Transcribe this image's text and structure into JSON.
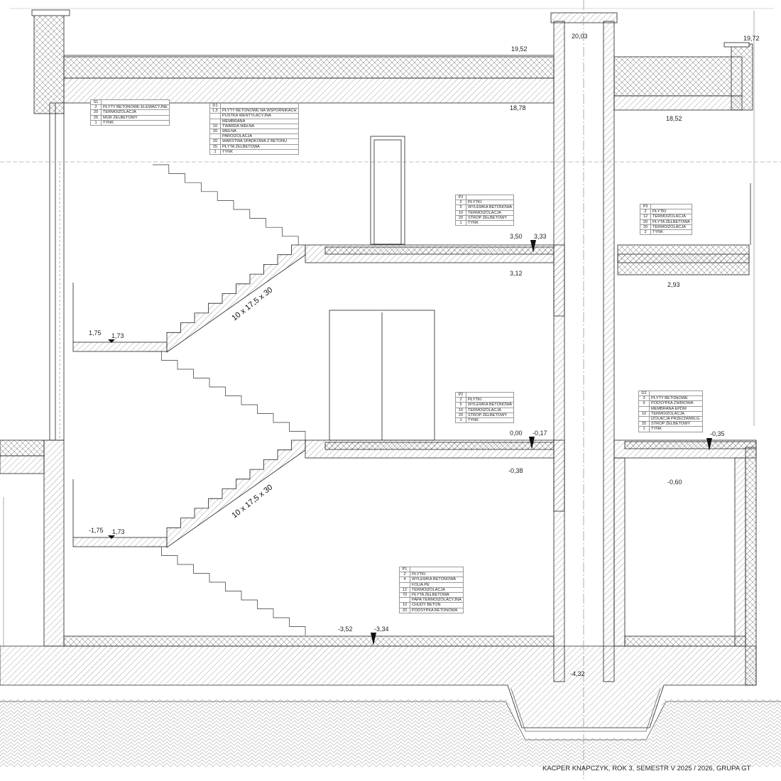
{
  "drawing": {
    "footer": "KACPER KNAPCZYK, ROK 3, SEMESTR V 2025 / 2026, GRUPA GT",
    "stair_label_upper": "10 x 17,5 x 30",
    "stair_label_lower": "10 x 17,5 x 30",
    "elevations": [
      "19,52",
      "20,03",
      "19,72",
      "18,78",
      "18,52",
      "3,50",
      "3,33",
      "3,12",
      "2,93",
      "1,75",
      "1,73",
      "0,00",
      "-0,17",
      "-0,38",
      "-0,35",
      "-0,60",
      "-1,75",
      "1,73",
      "-3,52",
      "-3,34",
      "-4,32"
    ],
    "colors": {
      "line": "#222222",
      "hatch": "#555555",
      "ground": "#9a9a9a"
    }
  },
  "layers": {
    "S1": {
      "title": "S1",
      "rows": [
        [
          "2",
          "PŁYTY BETONOWE ELEWACYJNE"
        ],
        [
          "20",
          "TERMOIZOLACJA"
        ],
        [
          "25",
          "MUR ŻELBETOWY"
        ],
        [
          "1",
          "TYNK"
        ]
      ]
    },
    "D1": {
      "title": "D1",
      "rows": [
        [
          "1,5",
          "PŁYTY BETONOWE NA WSPORNIKACH"
        ],
        [
          "",
          "PUSTKA WENTYLACYJNA"
        ],
        [
          "",
          "MEMBRANA"
        ],
        [
          "10",
          "TWARDA WEŁNA"
        ],
        [
          "20",
          "WEŁNA"
        ],
        [
          "",
          "PAROIZOLACJA"
        ],
        [
          "20",
          "WARSTWA SPADKOWA Z BETONU"
        ],
        [
          "25",
          "PŁYTA ŻELBETOWA"
        ],
        [
          "1",
          "TYNK"
        ]
      ]
    },
    "P2a": {
      "title": "P2",
      "rows": [
        [
          "2",
          "PŁYTKI"
        ],
        [
          "5",
          "WYLEWKA BETONOWA"
        ],
        [
          "10",
          "TERMOIZOLACJA"
        ],
        [
          "20",
          "STROP ŻELBETOWY"
        ],
        [
          "1",
          "TYNK"
        ]
      ]
    },
    "P3": {
      "title": "P3",
      "rows": [
        [
          "2",
          "PŁYTKI"
        ],
        [
          "12",
          "TERMOIZOLACJA"
        ],
        [
          "20",
          "PŁYTA ŻELBETOWA"
        ],
        [
          "20",
          "TERMOIZOLACJA"
        ],
        [
          "2",
          "TYNK"
        ]
      ]
    },
    "P2b": {
      "title": "P2",
      "rows": [
        [
          "2",
          "PŁYTKI"
        ],
        [
          "5",
          "WYLEWKA BETONOWA"
        ],
        [
          "10",
          "TERMOIZOLACJA"
        ],
        [
          "20",
          "STROP ŻELBETOWY"
        ],
        [
          "1",
          "TYNK"
        ]
      ]
    },
    "D2": {
      "title": "D2",
      "rows": [
        [
          "3",
          "PŁYTY BETONOWE"
        ],
        [
          "5",
          "PODSYPKA ŻWIROWA"
        ],
        [
          "",
          "MEMBRANA EPDM"
        ],
        [
          "10",
          "TERMOIZOLACJA"
        ],
        [
          "",
          "IZOLACJA PRZECIWWILG."
        ],
        [
          "25",
          "STROP ŻELBETOWY"
        ],
        [
          "1",
          "TYNK"
        ]
      ]
    },
    "P1": {
      "title": "P1",
      "rows": [
        [
          "2",
          "PŁYTKI"
        ],
        [
          "4",
          "WYLEWKA BETONOWA"
        ],
        [
          "",
          "FOLIA PE"
        ],
        [
          "12",
          "TERMOIZOLACJA"
        ],
        [
          "70",
          "PŁYTA ŻELBETOWA"
        ],
        [
          "",
          "PAPA TERMOIZOLACYJNA"
        ],
        [
          "10",
          "CHUDY BETON"
        ],
        [
          "20",
          "PODSYPKA BETONOWA"
        ]
      ]
    }
  }
}
